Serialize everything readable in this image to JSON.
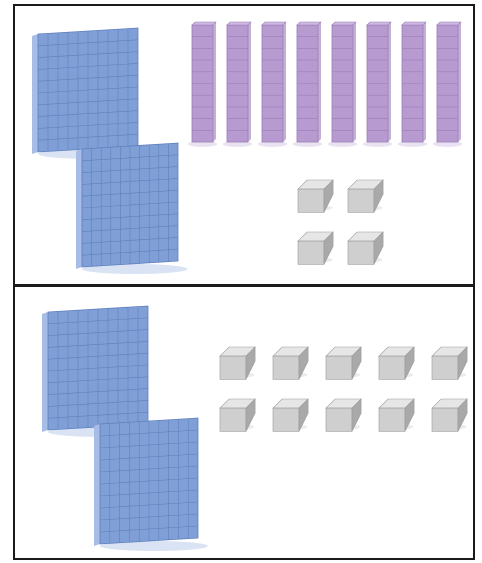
{
  "colors": {
    "flat_face": "#7f9fd6",
    "flat_grid": "#5f80bd",
    "flat_side": "#a7bde6",
    "flat_shadow": "#d5e0f3",
    "rod_face": "#b79bd0",
    "rod_grid": "#9b7db8",
    "rod_top": "#cdb9e0",
    "unit_face": "#cfcfcf",
    "unit_top": "#e6e6e6",
    "unit_side": "#a9a9a9"
  },
  "panels": [
    {
      "name": "top",
      "hundreds_flats": 2,
      "tens_rods": 8,
      "ones_cubes": 4
    },
    {
      "name": "bottom",
      "hundreds_flats": 2,
      "tens_rods": 0,
      "ones_cubes": 10
    }
  ]
}
